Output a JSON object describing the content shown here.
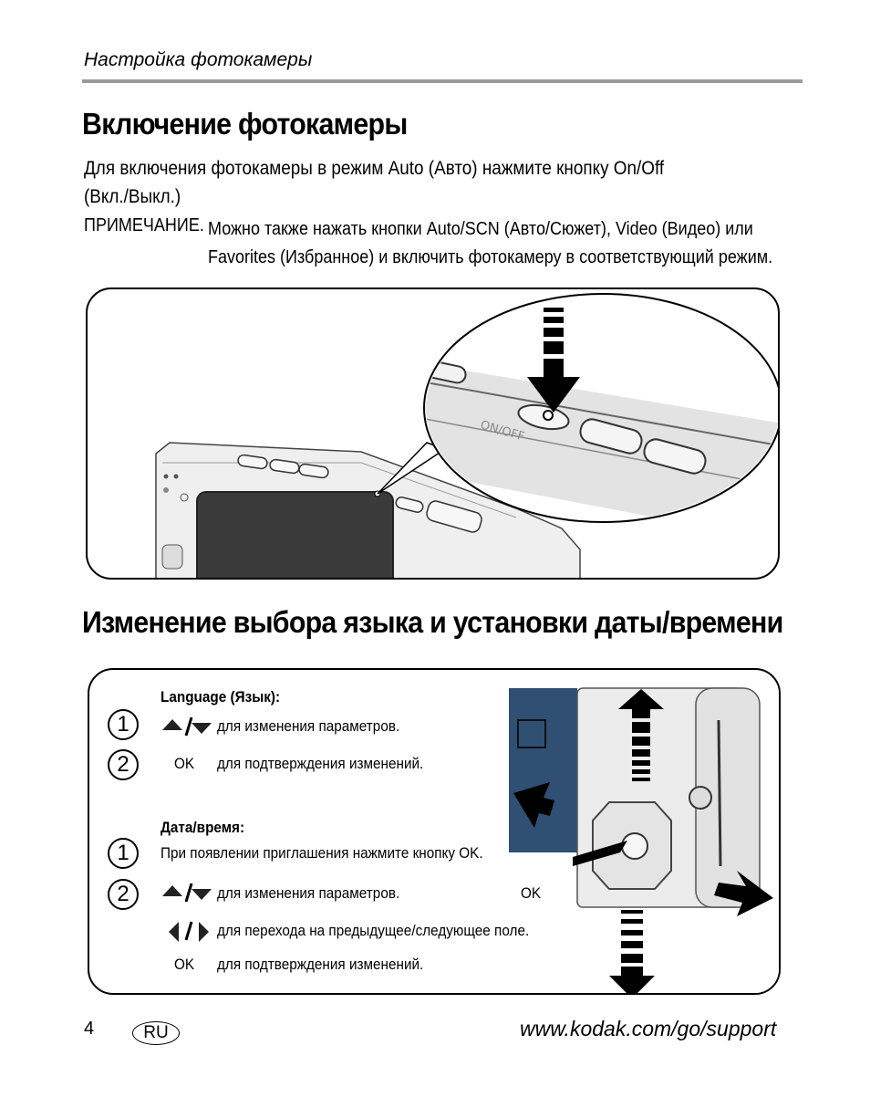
{
  "header": {
    "running_title": "Настройка фотокамеры"
  },
  "section1": {
    "title": "Включение фотокамеры",
    "intro_line1": "Для включения фотокамеры в режим Auto (Авто) нажмите кнопку On/Off",
    "intro_line2": "(Вкл./Выкл.)",
    "note_label": "ПРИМЕЧАНИЕ.",
    "note_line1": "Можно также нажать кнопки Auto/SCN (Авто/Сюжет), Video (Видео) или",
    "note_line2": "Favorites (Избранное) и включить фотокамеру в соответствующий режим.",
    "figure": {
      "button_label": "ON/OFF"
    }
  },
  "section2": {
    "title": "Изменение выбора языка и установки даты/времени",
    "language": {
      "heading": "Language (Язык):",
      "steps": [
        {
          "number": "1",
          "text": "для изменения параметров."
        },
        {
          "number": "2",
          "key": "OK",
          "text": "для подтверждения изменений."
        }
      ]
    },
    "datetime": {
      "heading": "Дата/время:",
      "step1_number": "1",
      "step1_text": "При появлении приглашения нажмите кнопку OK.",
      "step2_number": "2",
      "step2_lines": [
        {
          "text": "для изменения параметров."
        },
        {
          "text": "для перехода на предыдущее/следующее поле."
        },
        {
          "key": "OK",
          "text": "для подтверждения изменений."
        }
      ]
    },
    "figure": {
      "ok_label": "OK"
    }
  },
  "footer": {
    "page_number": "4",
    "language_badge": "RU",
    "url": "www.kodak.com/go/support"
  },
  "colors": {
    "rule": "#9a9a9a",
    "screen_blue": "#2f4f73",
    "camera_body": "#e6e6e6"
  }
}
